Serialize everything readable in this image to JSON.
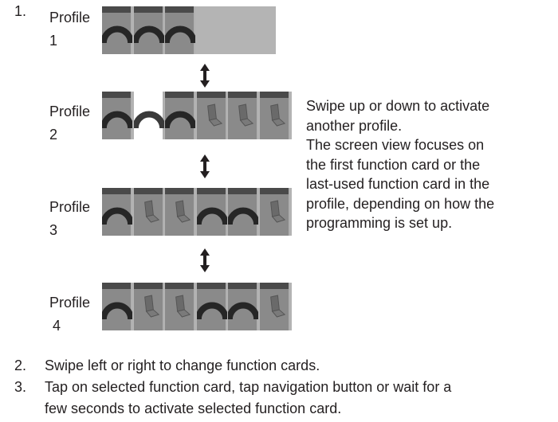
{
  "step1": {
    "number": "1."
  },
  "profiles": [
    {
      "label_line1": "Profile",
      "label_line2": "1",
      "cards": [
        "arc",
        "arc",
        "arc"
      ]
    },
    {
      "label_line1": "Profile",
      "label_line2": "2",
      "cards": [
        "arc",
        "arc-selected",
        "arc",
        "seat",
        "seat",
        "seat"
      ]
    },
    {
      "label_line1": "Profile",
      "label_line2": "3",
      "cards": [
        "arc",
        "seat",
        "seat",
        "arc",
        "arc",
        "seat"
      ]
    },
    {
      "label_line1": "Profile",
      "label_line2": "4",
      "cards": [
        "arc",
        "seat",
        "seat",
        "arc",
        "arc",
        "seat"
      ]
    }
  ],
  "description": [
    "Swipe up or down to activate",
    "another profile.",
    "The screen view focuses on",
    "the first function card or the",
    "last-used function card in the",
    "profile, depending on how the",
    "programming is set up."
  ],
  "steps": [
    {
      "number": "2.",
      "lines": [
        "Swipe left or right to change function cards."
      ]
    },
    {
      "number": "3.",
      "lines": [
        "Tap on selected function card, tap navigation button or wait for a",
        "few seconds to activate selected function card."
      ]
    }
  ],
  "icons": {
    "arc": "arc-speed-icon",
    "seat": "seat-icon",
    "arrow": "up-down-arrow-icon"
  },
  "colors": {
    "card": "#8a8a8a",
    "strip": "#b4b4b4",
    "topbar": "#4a4a4a",
    "arc": "#262626",
    "text": "#231f20"
  }
}
